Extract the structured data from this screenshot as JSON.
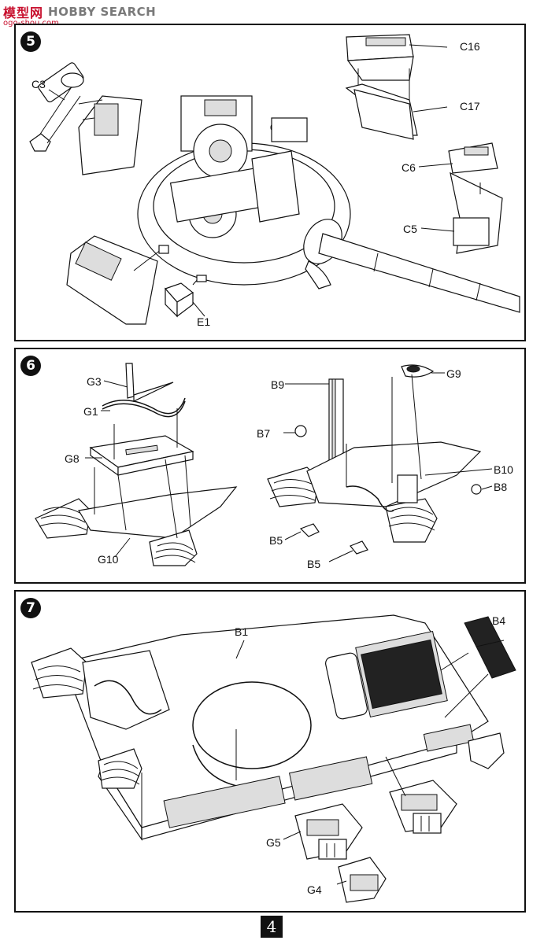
{
  "header": {
    "logo": "模型网",
    "search": "HOBBY SEARCH",
    "site": "ogo-shou.com"
  },
  "steps": [
    {
      "number": "5",
      "labels": {
        "c3": "C3",
        "c16": "C16",
        "c17": "C17",
        "c6": "C6",
        "c5": "C5",
        "e1": "E1"
      }
    },
    {
      "number": "6",
      "labels": {
        "g3": "G3",
        "g1": "G1",
        "g8": "G8",
        "g10": "G10",
        "b9": "B9",
        "g9": "G9",
        "b7": "B7",
        "b10": "B10",
        "b8": "B8",
        "b5a": "B5",
        "b5b": "B5"
      }
    },
    {
      "number": "7",
      "labels": {
        "b1": "B1",
        "b4": "B4",
        "g5": "G5",
        "g4": "G4"
      }
    }
  ],
  "page_number": "4"
}
